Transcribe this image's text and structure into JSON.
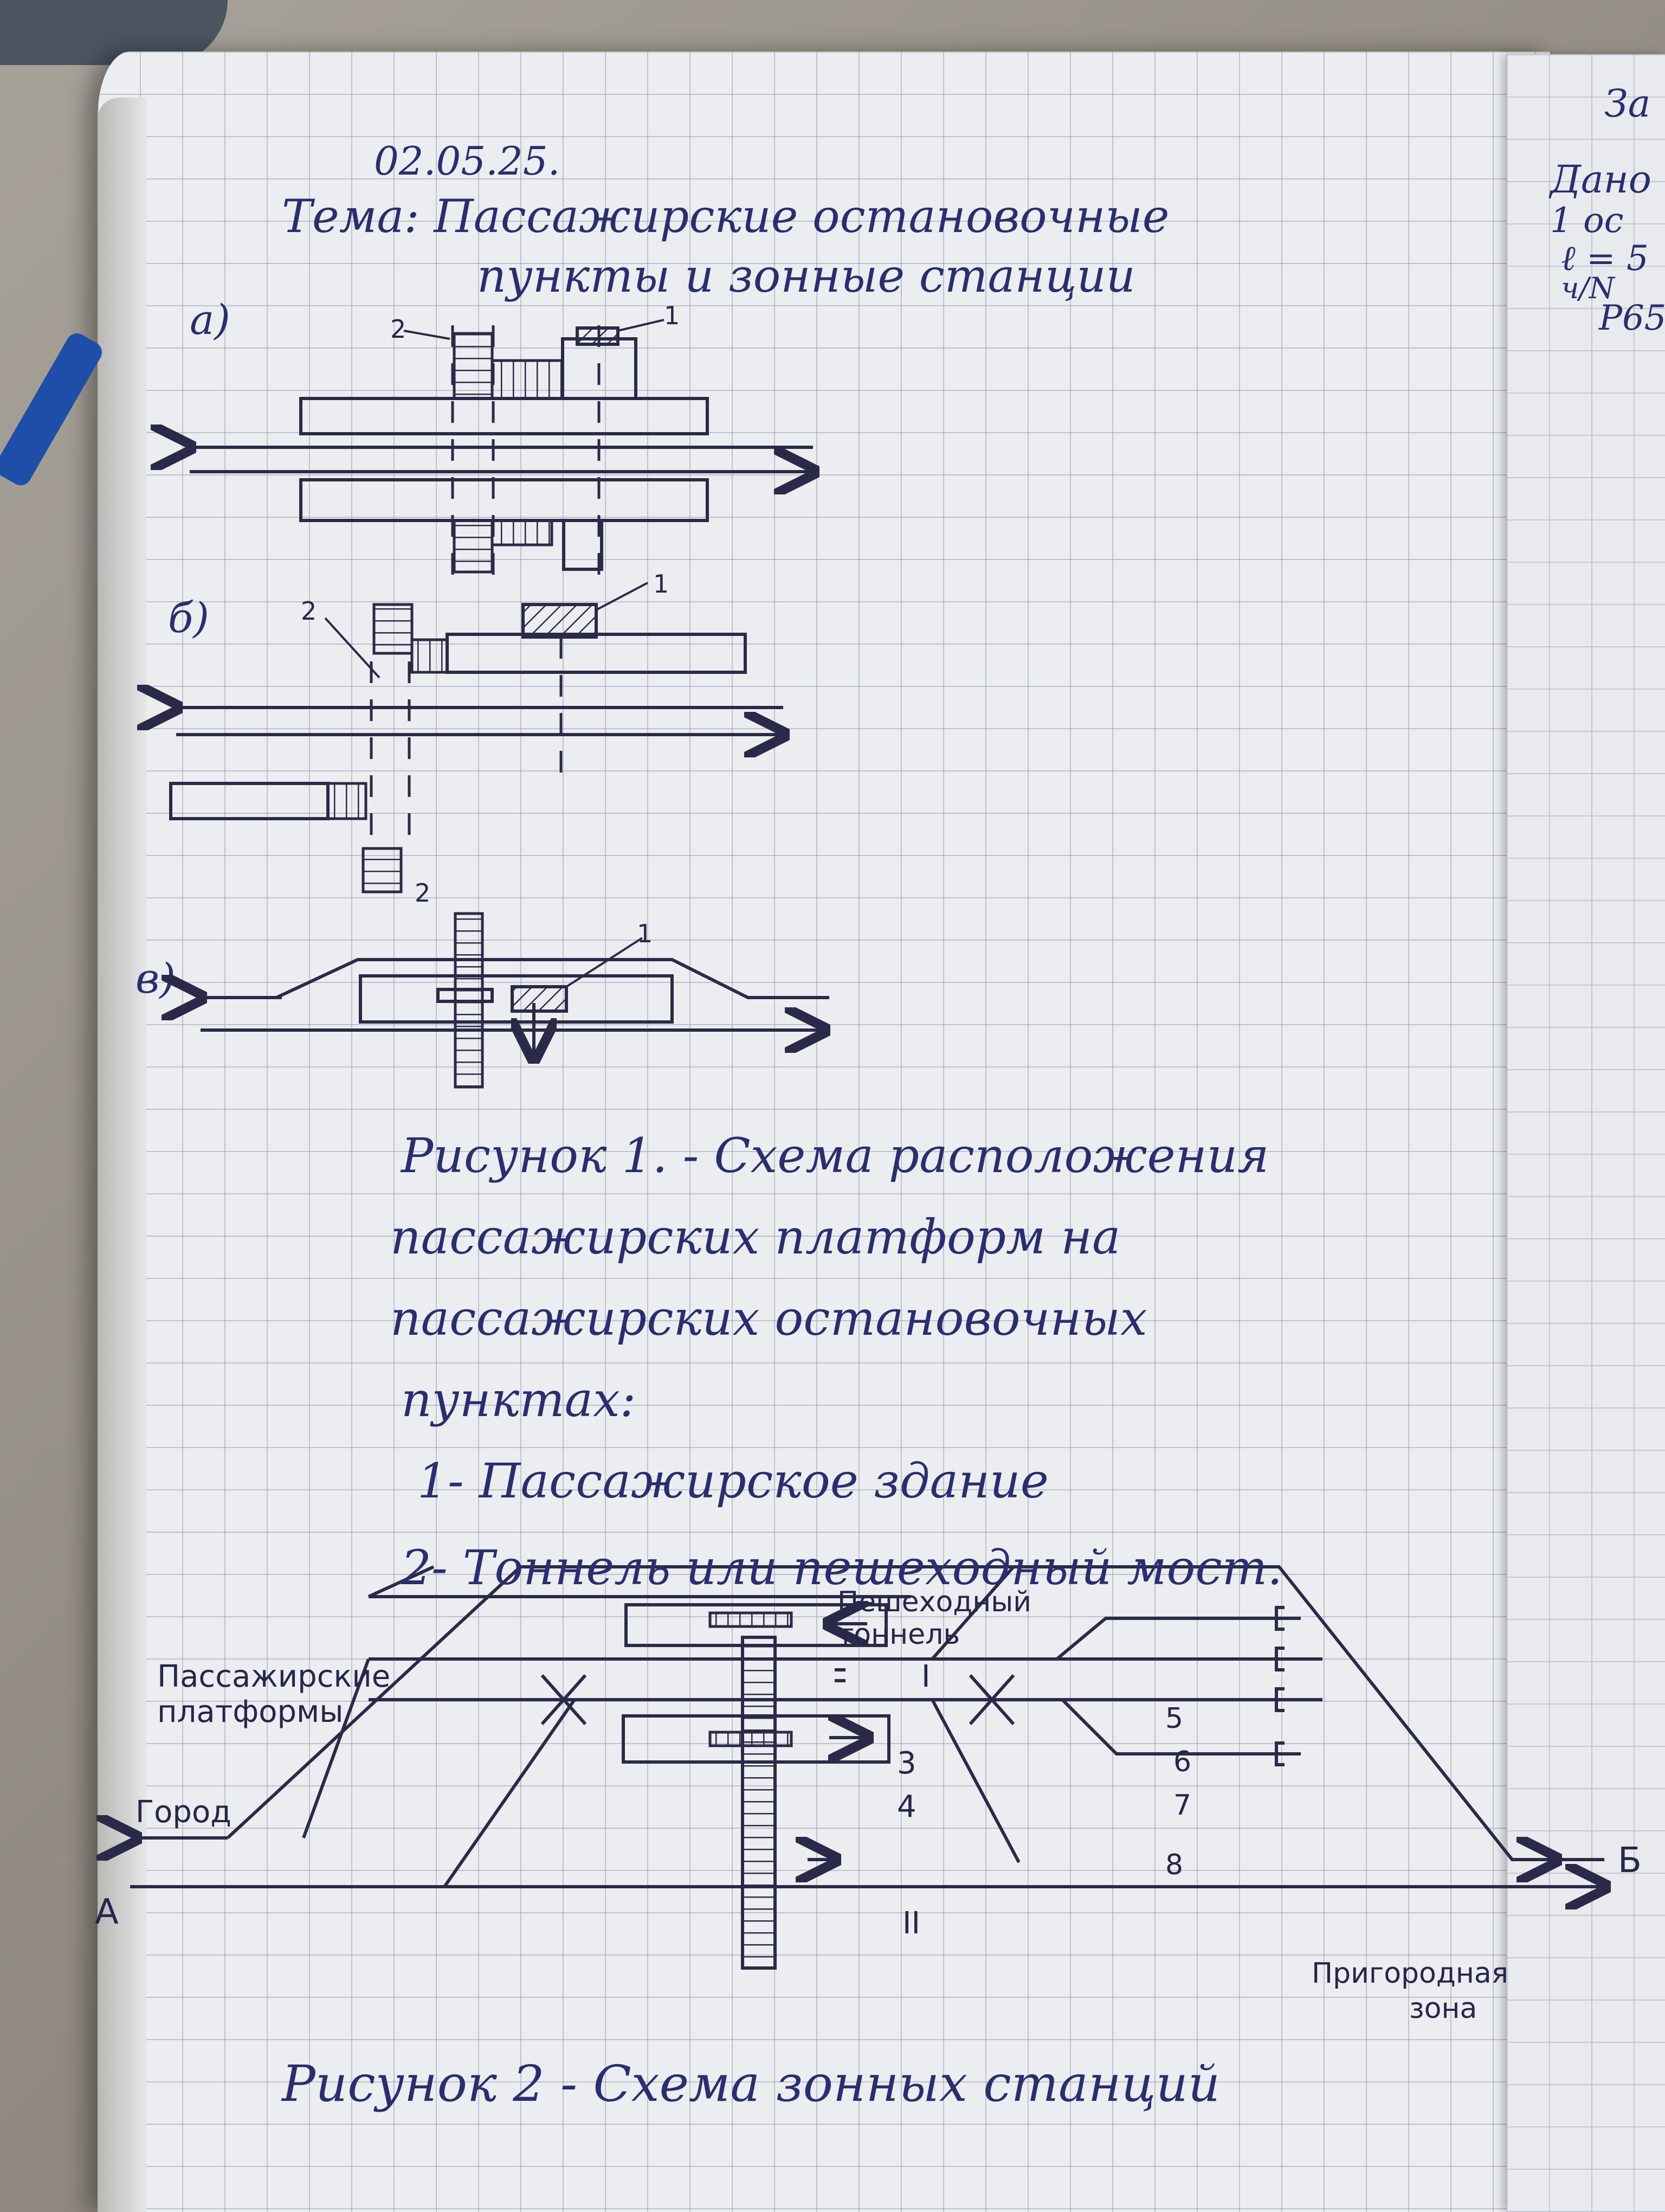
{
  "page": {
    "date": "02.05.25.",
    "topic_line1": "Тема: Пассажирские остановочные",
    "topic_line2": "пункты и зонные станции"
  },
  "figure1": {
    "label_a": "а)",
    "label_b": "б)",
    "label_v": "в)",
    "num_1": "1",
    "num_2": "2"
  },
  "caption1": {
    "line1": "Рисунок 1. - Схема расположения",
    "line2": "пассажирских платформ на",
    "line3": "пассажирских остановочных",
    "line4": "пунктах:",
    "item1": "1- Пассажирское здание",
    "item2": "2- Тоннель или пешеходный мост."
  },
  "figure2": {
    "tunnel_label_line1": "Пешеходный",
    "tunnel_label_line2": "тоннель",
    "platforms_label_line1": "Пассажирские",
    "platforms_label_line2": "платформы",
    "city_label": "Город",
    "point_a": "А",
    "point_b": "Б",
    "track_I": "I",
    "track_II": "II",
    "track_3": "3",
    "track_4": "4",
    "track_5": "5",
    "track_6": "6",
    "track_7": "7",
    "track_8": "8",
    "suburb_label_line1": "Пригородная",
    "suburb_label_line2": "зона"
  },
  "caption2": "Рисунок 2 - Схема зонных станций",
  "next_page_fragments": [
    "За",
    "Дано",
    "1 ос",
    "ℓ = 5",
    "ч/N",
    "Р65"
  ]
}
